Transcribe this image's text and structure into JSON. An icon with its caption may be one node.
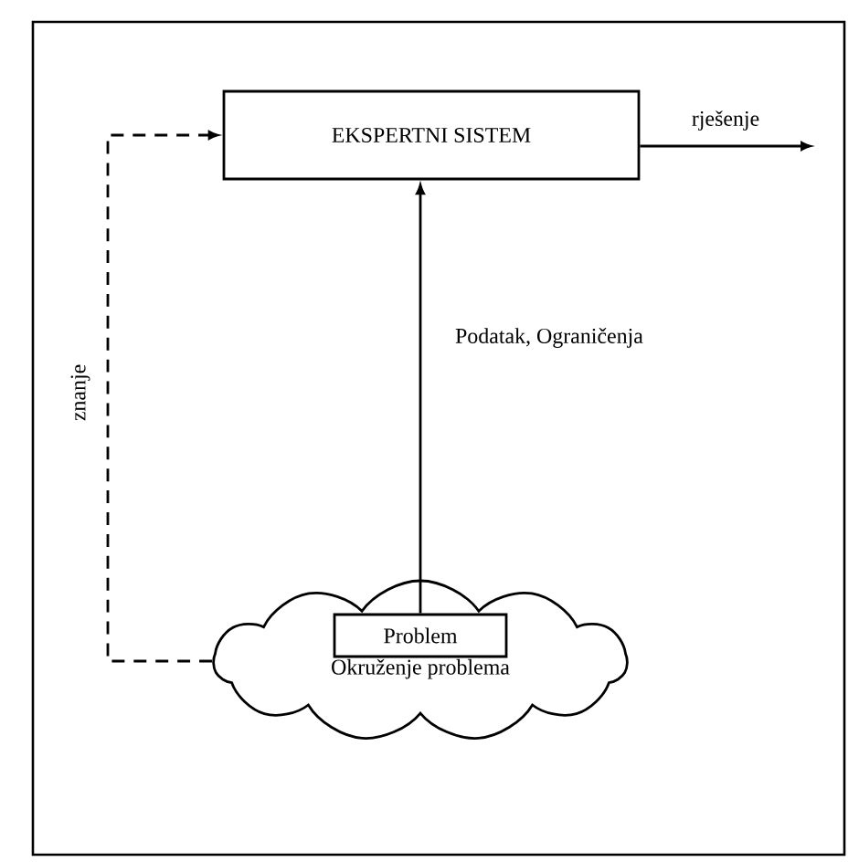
{
  "diagram": {
    "nodes": [
      {
        "text": [
          "EKSPERTNI SISTEM"
        ]
      },
      {
        "text": [
          "Okruženje problema"
        ]
      },
      {
        "text": [
          "Problem"
        ],
        "in": 1
      }
    ],
    "edges": [
      {
        "from": 1,
        "to": 0,
        "arrow": "to",
        "label": "znanje",
        "style": "dashed"
      },
      {
        "from": 2,
        "to": 0,
        "arrow": "to",
        "label": "Podatak, Ograničenja"
      },
      {
        "from": 0,
        "to": null,
        "arrow": "to",
        "label": "rješenje"
      }
    ]
  }
}
